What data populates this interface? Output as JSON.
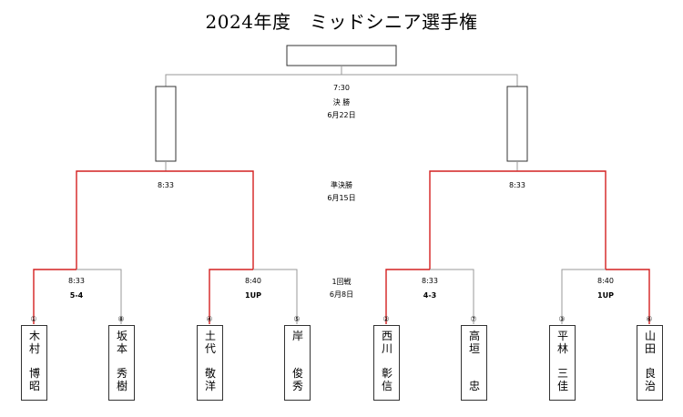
{
  "title": "2024年度　ミッドシニア選手権",
  "rounds": {
    "final": {
      "time": "7:30",
      "name": "決 勝",
      "date": "6月22日"
    },
    "semi": {
      "time_left": "8:33",
      "time_right": "8:33",
      "name": "準決勝",
      "date": "6月15日"
    },
    "first": {
      "name": "1回戦",
      "date": "6月8日"
    }
  },
  "matches": [
    {
      "time": "8:33",
      "result": "5-4"
    },
    {
      "time": "8:40",
      "result": "1UP"
    },
    {
      "time": "8:33",
      "result": "4-3"
    },
    {
      "time": "8:40",
      "result": "1UP"
    }
  ],
  "players": [
    {
      "seed": "①",
      "family": "木村",
      "given": "博昭"
    },
    {
      "seed": "⑧",
      "family": "坂本",
      "given": "秀樹"
    },
    {
      "seed": "④",
      "family": "土代",
      "given": "敬洋"
    },
    {
      "seed": "⑤",
      "family": "岸",
      "given": "俊秀"
    },
    {
      "seed": "②",
      "family": "西川",
      "given": "彰信"
    },
    {
      "seed": "⑦",
      "family": "高垣",
      "given": "忠"
    },
    {
      "seed": "③",
      "family": "平林",
      "given": "三佳"
    },
    {
      "seed": "⑥",
      "family": "山田",
      "given": "良治"
    }
  ],
  "colors": {
    "winner_line": "#d42020",
    "line": "#999999",
    "box_border": "#333333"
  }
}
